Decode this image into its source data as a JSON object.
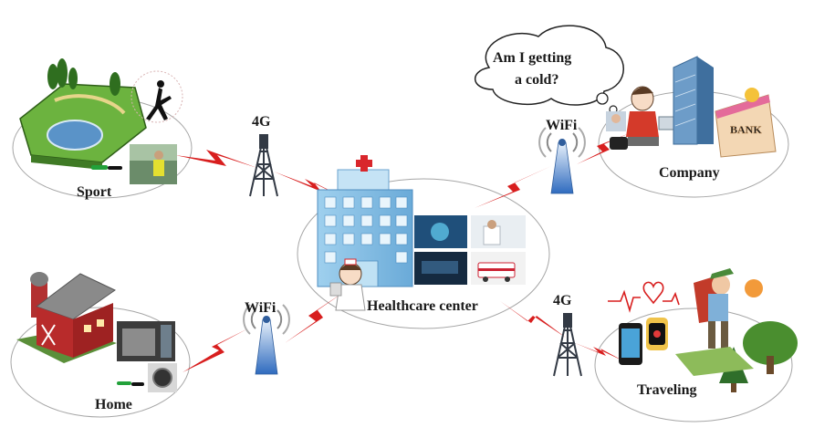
{
  "nodes": {
    "sport": {
      "label": "Sport"
    },
    "home": {
      "label": "Home"
    },
    "company": {
      "label": "Company"
    },
    "traveling": {
      "label": "Traveling"
    },
    "healthcare": {
      "label": "Healthcare center"
    }
  },
  "links": {
    "sport": {
      "label": "4G"
    },
    "home": {
      "label": "WiFi"
    },
    "company": {
      "label": "WiFi"
    },
    "traveling": {
      "label": "4G"
    }
  },
  "thought_bubble": {
    "line1": "Am I getting",
    "line2": "a cold?"
  },
  "company_sign": {
    "text": "BANK"
  },
  "colors": {
    "link_red": "#d81e1e",
    "tower_dark": "#333a45",
    "tower_blue": "#3b74c4",
    "hospital_blue": "#8dc4e8",
    "ellipse_stroke": "#a6a6a6"
  }
}
